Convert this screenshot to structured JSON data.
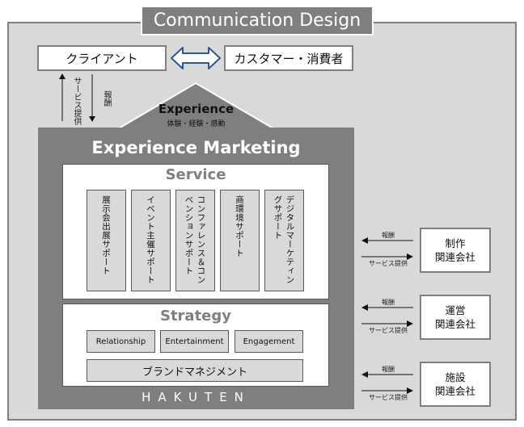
{
  "title": "Communication Design",
  "client": "クライアント",
  "customer": "カスタマー・消費者",
  "service_provision": "サービス提供",
  "reward": "報酬",
  "experience": {
    "title": "Experience",
    "subtitle": "体験・経験・感動"
  },
  "experience_marketing": "Experience Marketing",
  "service": {
    "title": "Service",
    "items": [
      "展示会出展サポート",
      "イベント主催サポート",
      "コンファレンス＆コンベンションサポート",
      "商環境サポート",
      "デジタルマーケティングサポート"
    ]
  },
  "strategy": {
    "title": "Strategy",
    "pillars": [
      "Relationship",
      "Entertainment",
      "Engagement"
    ],
    "brand": "ブランドマネジメント"
  },
  "logo": "HAKUTEN",
  "companies": [
    {
      "line1": "制作",
      "line2": "関連会社",
      "reward": "報酬",
      "service": "サービス提供"
    },
    {
      "line1": "運営",
      "line2": "関連会社",
      "reward": "報酬",
      "service": "サービス提供"
    },
    {
      "line1": "施設",
      "line2": "関連会社",
      "reward": "報酬",
      "service": "サービス提供"
    }
  ],
  "colors": {
    "dark_gray": "#7f7f7f",
    "light_gray": "#d9d9d9",
    "border": "#595959",
    "arrow_blue": "#2f5597"
  }
}
